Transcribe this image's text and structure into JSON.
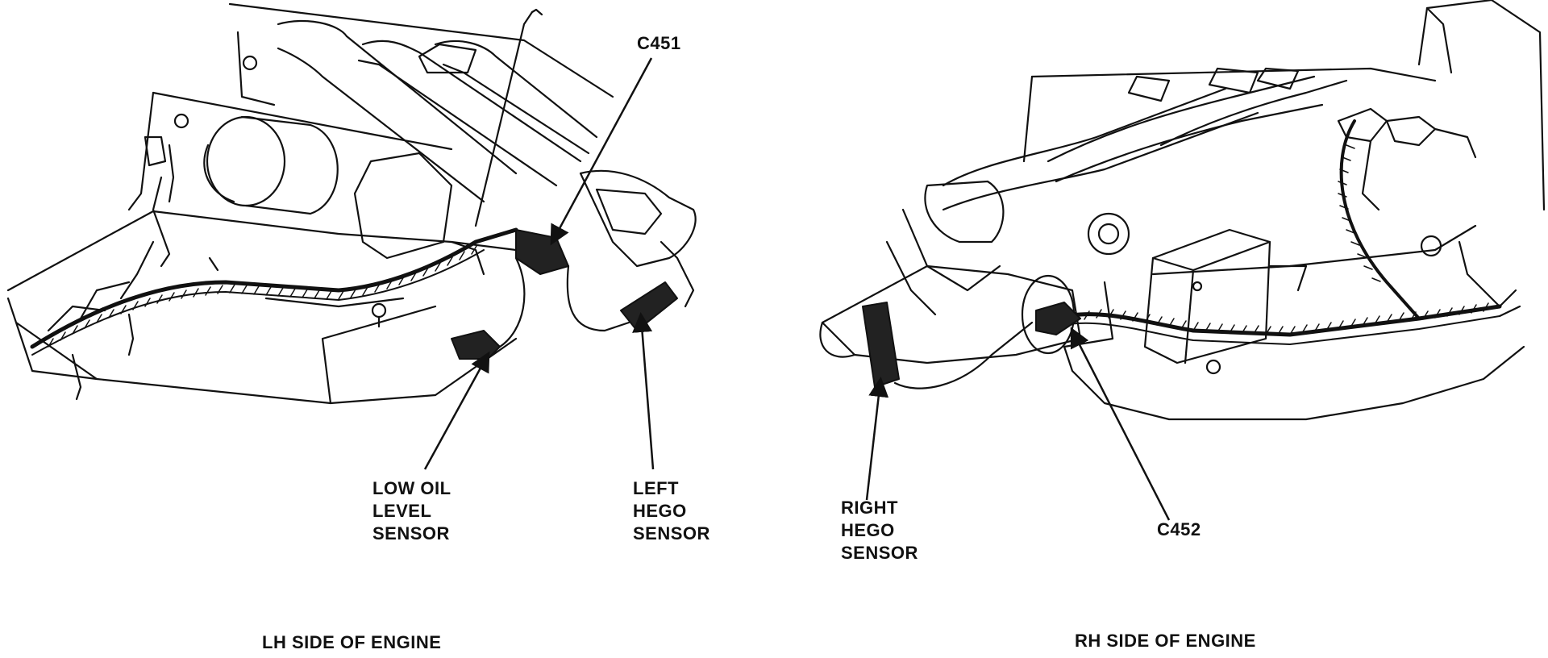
{
  "callouts": {
    "c451": "C451",
    "low_oil": [
      "LOW OIL",
      "LEVEL",
      "SENSOR"
    ],
    "left_hego": [
      "LEFT",
      "HEGO",
      "SENSOR"
    ],
    "right_hego": [
      "RIGHT",
      "HEGO",
      "SENSOR"
    ],
    "c452": "C452"
  },
  "captions": {
    "lh": "LH SIDE OF ENGINE",
    "rh": "RH SIDE OF ENGINE"
  },
  "colors": {
    "ink": "#111111",
    "paper": "#ffffff"
  }
}
